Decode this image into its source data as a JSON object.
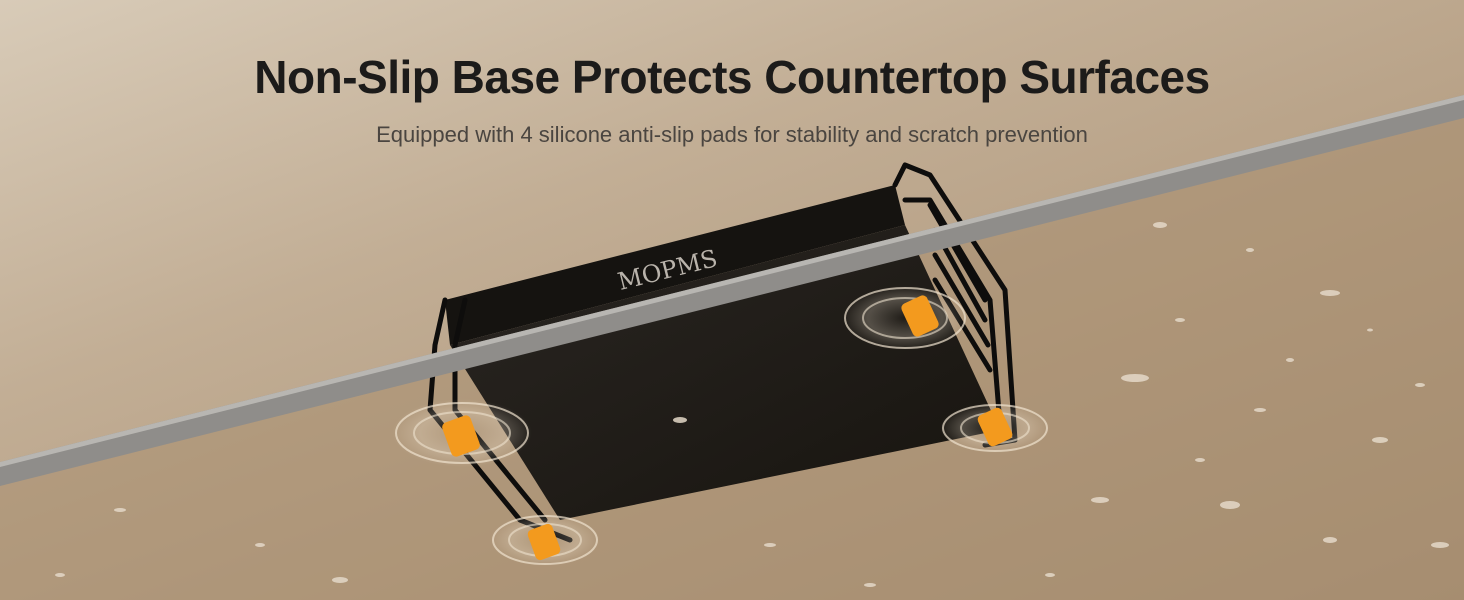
{
  "headline": "Non-Slip Base Protects Countertop Surfaces",
  "subheadline": "Equipped with 4 silicone anti-slip pads for stability and scratch prevention",
  "brand": "MOPMS",
  "colors": {
    "background": "#c2ae95",
    "tray": "#1e1b18",
    "pad": "#f39a1e",
    "ring": "#efe2cf",
    "countertop_edge": "#8f8d8a"
  },
  "icons": [
    "anti-slip-pad-icon",
    "water-droplet-icon"
  ]
}
